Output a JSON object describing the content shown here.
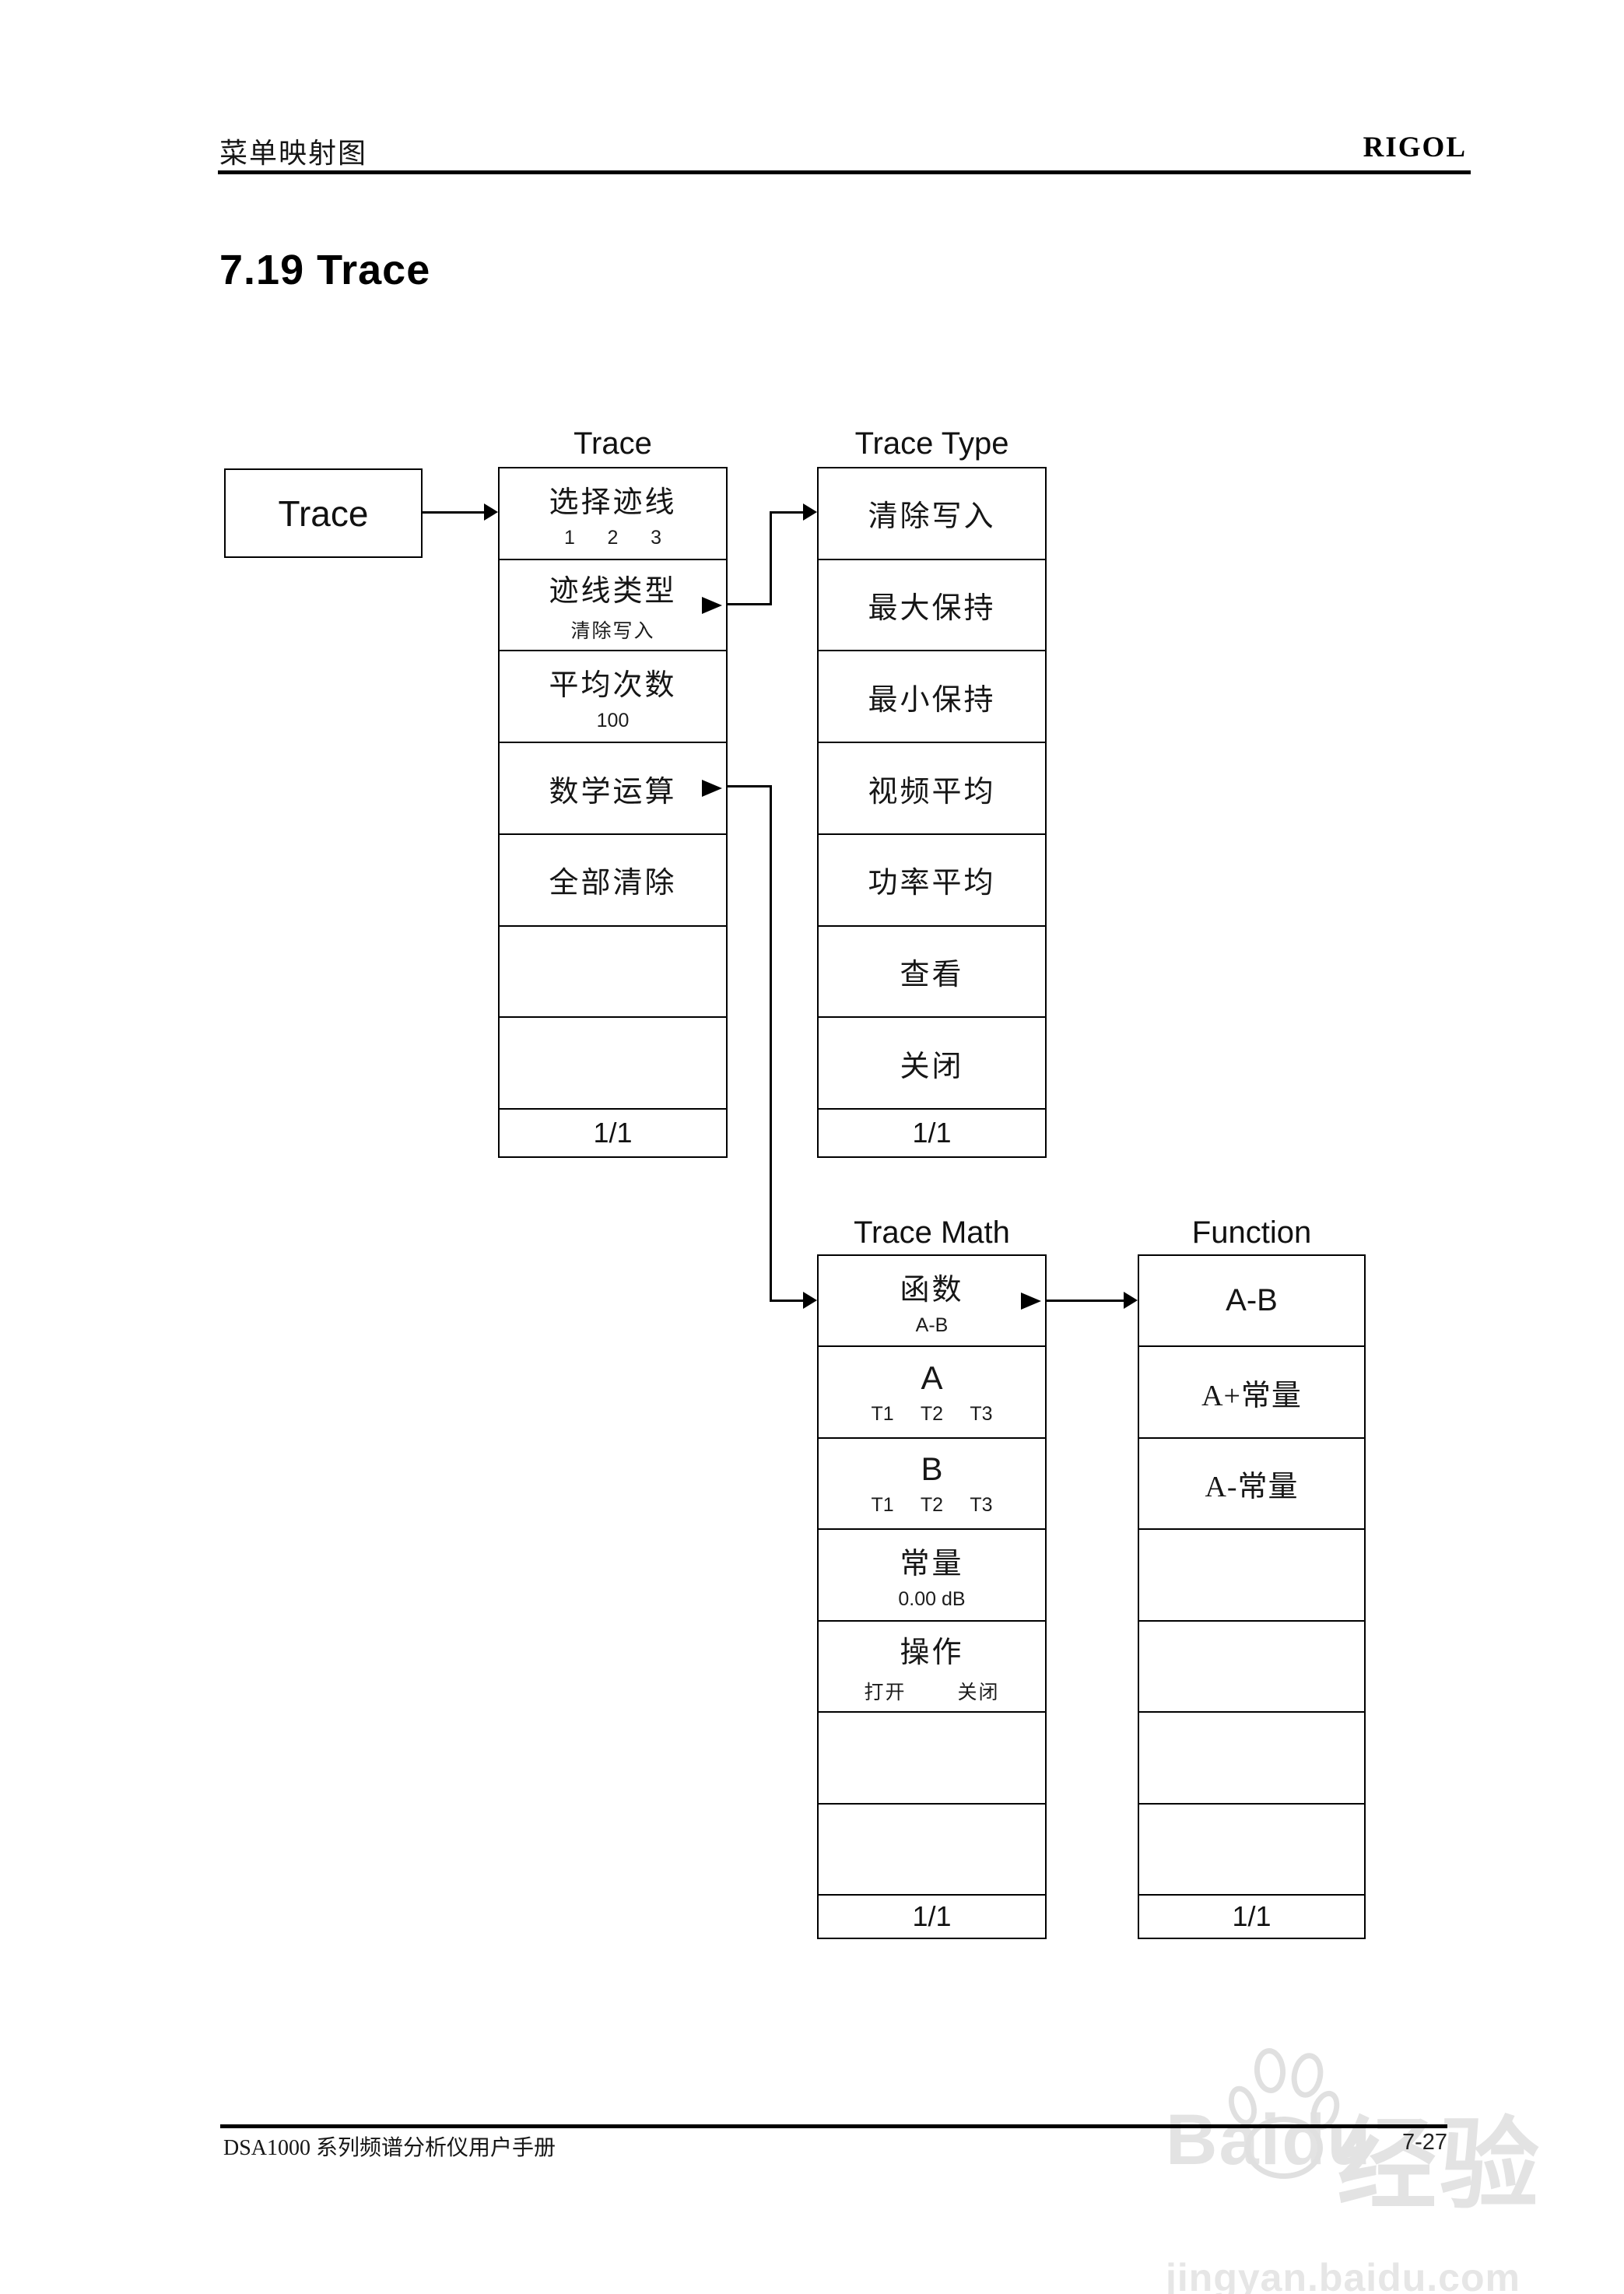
{
  "header": {
    "section": "菜单映射图",
    "brand": "RIGOL"
  },
  "title": "7.19 Trace",
  "root": {
    "label": "Trace"
  },
  "columns": {
    "trace": {
      "header": "Trace",
      "page": "1/1",
      "items": [
        {
          "label": "选择迹线",
          "sub": "1      2      3"
        },
        {
          "label": "迹线类型",
          "sub": "清除写入"
        },
        {
          "label": "平均次数",
          "sub": "100"
        },
        {
          "label": "数学运算",
          "sub": ""
        },
        {
          "label": "全部清除",
          "sub": ""
        },
        {
          "label": "",
          "sub": ""
        },
        {
          "label": "",
          "sub": ""
        }
      ]
    },
    "trace_type": {
      "header": "Trace Type",
      "page": "1/1",
      "items": [
        {
          "label": "清除写入"
        },
        {
          "label": "最大保持"
        },
        {
          "label": "最小保持"
        },
        {
          "label": "视频平均"
        },
        {
          "label": "功率平均"
        },
        {
          "label": "查看"
        },
        {
          "label": "关闭"
        }
      ]
    },
    "trace_math": {
      "header": "Trace Math",
      "page": "1/1",
      "items": [
        {
          "label": "函数",
          "sub": "A-B"
        },
        {
          "label": "A",
          "sub": "T1     T2     T3"
        },
        {
          "label": "B",
          "sub": "T1     T2     T3"
        },
        {
          "label": "常量",
          "sub": "0.00 dB"
        },
        {
          "label": "操作",
          "sub": "打开        关闭"
        },
        {
          "label": "",
          "sub": ""
        },
        {
          "label": "",
          "sub": ""
        }
      ]
    },
    "function": {
      "header": "Function",
      "page": "1/1",
      "items": [
        {
          "label": "A-B"
        },
        {
          "label": "A+常量"
        },
        {
          "label": "A-常量"
        },
        {
          "label": ""
        },
        {
          "label": ""
        },
        {
          "label": ""
        },
        {
          "label": ""
        }
      ]
    }
  },
  "footer": {
    "manual": "DSA1000 系列频谱分析仪用户手册",
    "page_number": "7-27"
  },
  "watermark": {
    "brand": "Baidu",
    "brand_cn": "经验",
    "url": "jingyan.baidu.com"
  },
  "colors": {
    "ink": "#000000",
    "watermark": "#e3e3e3",
    "background": "#ffffff"
  }
}
